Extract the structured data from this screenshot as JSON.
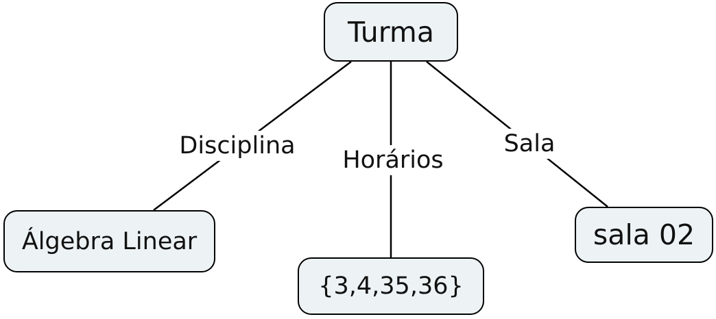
{
  "diagram": {
    "nodes": {
      "root": "Turma",
      "disciplina": "Álgebra Linear",
      "horarios": "{3,4,35,36}",
      "sala": "sala 02"
    },
    "edges": {
      "disciplina": "Disciplina",
      "horarios": "Horários",
      "sala": "Sala"
    }
  },
  "colors": {
    "node_fill": "#edf3f4",
    "stroke": "#000000"
  }
}
